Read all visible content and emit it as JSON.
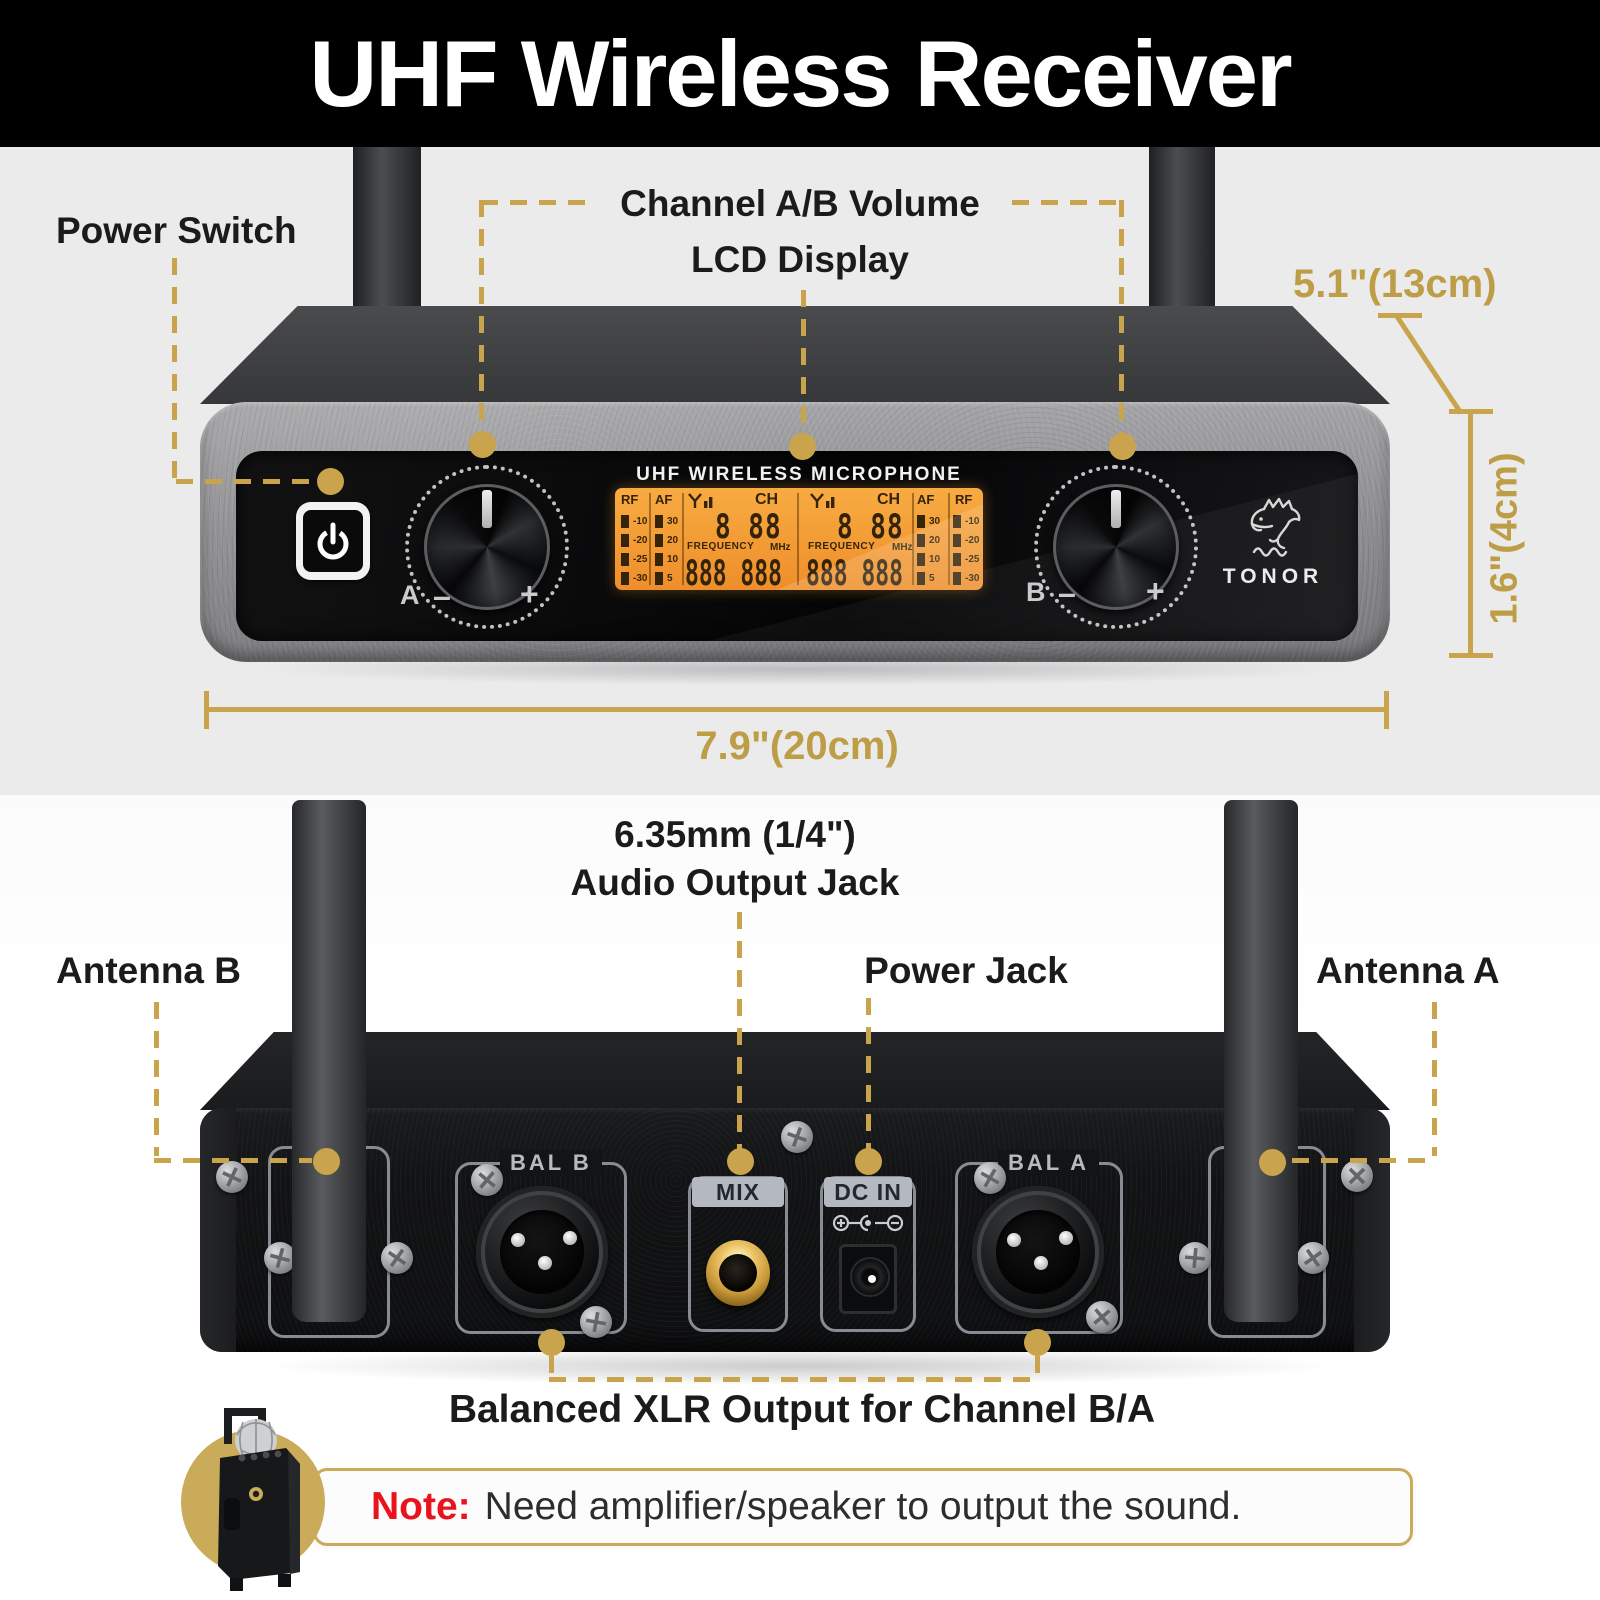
{
  "title": "UHF Wireless Receiver",
  "front": {
    "labels": {
      "power_switch": "Power Switch",
      "channel_volume": "Channel A/B Volume",
      "lcd_display": "LCD Display"
    },
    "dims": {
      "depth": "5.1\"(13cm)",
      "height": "1.6\"(4cm)",
      "width": "7.9\"(20cm)"
    },
    "panel": {
      "lcd_heading": "UHF WIRELESS MICROPHONE",
      "brand": "TONOR",
      "knob_a": {
        "letter": "A",
        "minus": "–",
        "plus": "+"
      },
      "knob_b": {
        "letter": "B",
        "minus": "–",
        "plus": "+"
      },
      "lcd": {
        "rf": "RF",
        "af": "AF",
        "rf_scale": [
          "-10",
          "-20",
          "-25",
          "-30"
        ],
        "af_scale": [
          "30",
          "20",
          "10",
          "5"
        ],
        "ch": "CH",
        "ch_digits": "8 88",
        "frequency": "FREQUENCY",
        "mhz": "MHz",
        "freq_digits": "888 888"
      }
    }
  },
  "rear": {
    "labels": {
      "audio_jack_1": "6.35mm (1/4\")",
      "audio_jack_2": "Audio Output Jack",
      "power_jack": "Power Jack",
      "antenna_b": "Antenna B",
      "antenna_a": "Antenna A",
      "xlr_output": "Balanced XLR Output for Channel B/A"
    },
    "ports": {
      "bal_b": "BAL B",
      "mix": "MIX",
      "dc_in": "DC IN",
      "bal_a": "BAL A"
    }
  },
  "note": {
    "prefix": "Note:",
    "text": "Need amplifier/speaker to output the sound."
  },
  "colors": {
    "gold": "#c9a44c",
    "note_red": "#e8131d",
    "lcd_orange": "#f5a03a"
  }
}
